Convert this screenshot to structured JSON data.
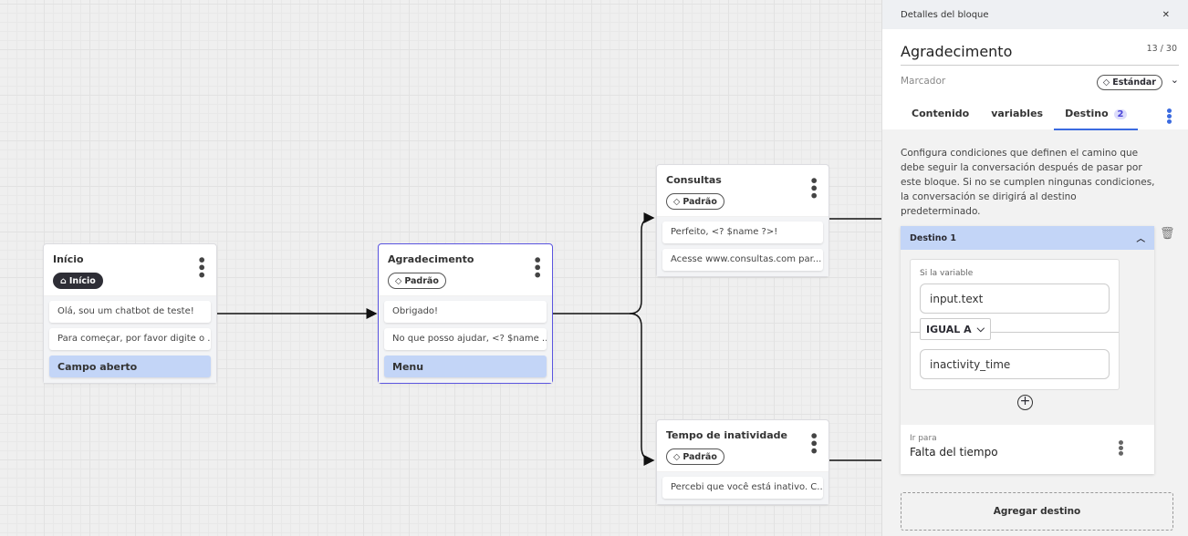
{
  "canvas": {
    "nodes": [
      {
        "title": "Início",
        "tag": "Início",
        "tag_icon": "home-icon",
        "messages": [
          "Olá, sou um chatbot de teste!",
          "Para começar, por favor digite o ..."
        ],
        "action": "Campo aberto"
      },
      {
        "title": "Agradecimento",
        "tag": "Padrão",
        "tag_icon": "tag-icon",
        "messages": [
          "Obrigado!",
          "No que posso ajudar, <? $name ..."
        ],
        "action": "Menu"
      },
      {
        "title": "Consultas",
        "tag": "Padrão",
        "tag_icon": "tag-icon",
        "messages": [
          "Perfeito, <? $name ?>!",
          "Acesse www.consultas.com par..."
        ]
      },
      {
        "title": "Tempo de inatividade",
        "tag": "Padrão",
        "tag_icon": "tag-icon",
        "messages": [
          "Percebi que você está inativo. C..."
        ]
      }
    ]
  },
  "panel": {
    "header": "Detalles del bloque",
    "name": "Agradecimento",
    "count": "13 / 30",
    "marker_label": "Marcador",
    "marker_value": "Estándar",
    "tabs": [
      {
        "label": "Contenido"
      },
      {
        "label": "variables"
      },
      {
        "label": "Destino",
        "badge": "2",
        "active": true
      }
    ],
    "description": "Configura condiciones que definen el camino que debe seguir la conversación después de pasar por este bloque. Si no se cumplen ningunas condiciones, la conversación se dirigirá al destino predeterminado.",
    "destination": {
      "title": "Destino 1",
      "if_label": "Si la variable",
      "variable": "input.text",
      "operator": "IGUAL A",
      "value": "inactivity_time",
      "goto_label": "Ir para",
      "goto_value": "Falta del tiempo"
    },
    "add_label": "Agregar destino",
    "accent": "#3b6be0"
  }
}
